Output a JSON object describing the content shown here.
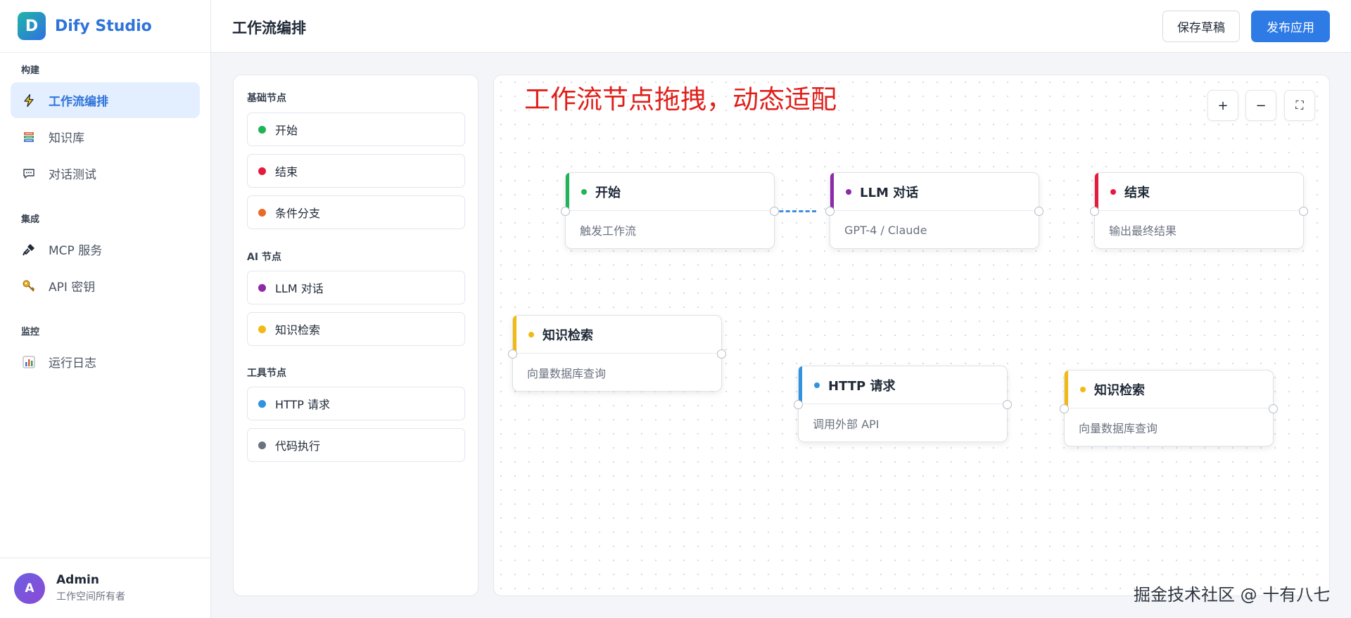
{
  "brand": {
    "logo_letter": "D",
    "name": "Dify Studio"
  },
  "sidebar": {
    "groups": [
      {
        "title": "构建",
        "items": [
          {
            "label": "工作流编排",
            "icon": "lightning-icon",
            "active": true
          },
          {
            "label": "知识库",
            "icon": "books-icon",
            "active": false
          },
          {
            "label": "对话测试",
            "icon": "chat-bubble-icon",
            "active": false
          }
        ]
      },
      {
        "title": "集成",
        "items": [
          {
            "label": "MCP 服务",
            "icon": "plug-icon",
            "active": false
          },
          {
            "label": "API 密钥",
            "icon": "key-icon",
            "active": false
          }
        ]
      },
      {
        "title": "监控",
        "items": [
          {
            "label": "运行日志",
            "icon": "bar-chart-icon",
            "active": false
          }
        ]
      }
    ]
  },
  "user": {
    "avatar_letter": "A",
    "name": "Admin",
    "role": "工作空间所有者"
  },
  "header": {
    "title": "工作流编排",
    "save_draft_label": "保存草稿",
    "publish_label": "发布应用"
  },
  "palette": {
    "sections": [
      {
        "title": "基础节点",
        "items": [
          {
            "label": "开始",
            "color": "#1fb457"
          },
          {
            "label": "结束",
            "color": "#e51b3d"
          },
          {
            "label": "条件分支",
            "color": "#ea6a26"
          }
        ]
      },
      {
        "title": "AI 节点",
        "items": [
          {
            "label": "LLM 对话",
            "color": "#8e2aa8"
          },
          {
            "label": "知识检索",
            "color": "#f3b913"
          }
        ]
      },
      {
        "title": "工具节点",
        "items": [
          {
            "label": "HTTP 请求",
            "color": "#2f93e0"
          },
          {
            "label": "代码执行",
            "color": "#6b7280"
          }
        ]
      }
    ]
  },
  "canvas": {
    "overlay_title": "工作流节点拖拽，动态适配",
    "zoom": {
      "in_label": "+",
      "out_label": "−",
      "fit_label": "⛶"
    },
    "nodes": [
      {
        "title": "开始",
        "subtitle": "触发工作流",
        "color": "#1fb457"
      },
      {
        "title": "LLM 对话",
        "subtitle": "GPT-4 / Claude",
        "color": "#8e2aa8"
      },
      {
        "title": "结束",
        "subtitle": "输出最终结果",
        "color": "#e51b3d"
      },
      {
        "title": "知识检索",
        "subtitle": "向量数据库查询",
        "color": "#f3b913"
      },
      {
        "title": "HTTP 请求",
        "subtitle": "调用外部 API",
        "color": "#2f93e0"
      },
      {
        "title": "知识检索",
        "subtitle": "向量数据库查询",
        "color": "#f3b913"
      }
    ],
    "connector_color": "#3b8fe0"
  },
  "watermark": "掘金技术社区 @ 十有八七"
}
